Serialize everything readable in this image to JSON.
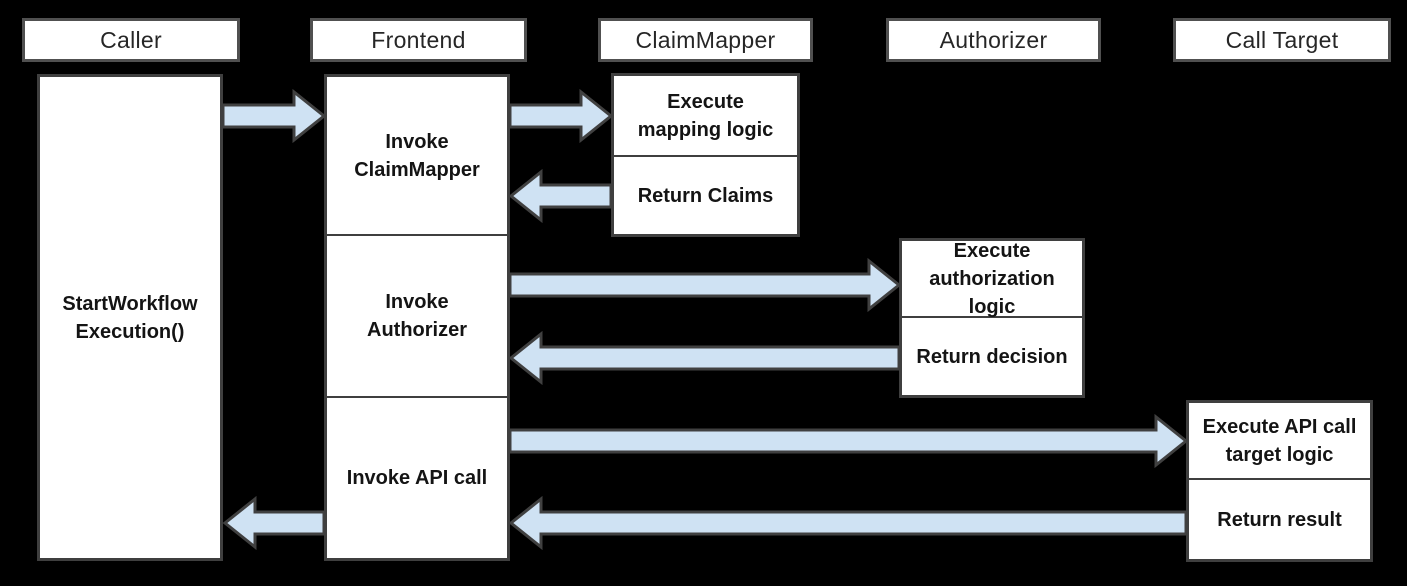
{
  "colors": {
    "bg": "#000000",
    "box_fill": "#ffffff",
    "box_border": "#3f3f3f",
    "header_border": "#505050",
    "arrow_fill": "#cfe2f3",
    "arrow_stroke": "#404040",
    "text_color": "#141414"
  },
  "headers": {
    "caller": "Caller",
    "frontend": "Frontend",
    "claim_mapper": "ClaimMapper",
    "authorizer": "Authorizer",
    "call_target": "Call Target"
  },
  "boxes": {
    "caller": {
      "label": "StartWorkflow Execution()"
    },
    "frontend": {
      "steps": [
        "Invoke ClaimMapper",
        "Invoke Authorizer",
        "Invoke API call"
      ]
    },
    "claim_mapper": {
      "execute": "Execute mapping logic",
      "return": "Return Claims"
    },
    "authorizer": {
      "execute": "Execute authorization logic",
      "return": "Return decision"
    },
    "call_target": {
      "execute": "Execute API call target logic",
      "return": "Return result"
    }
  },
  "flows": [
    {
      "from": "Caller",
      "to": "Frontend",
      "kind": "call"
    },
    {
      "from": "Frontend",
      "to": "ClaimMapper",
      "kind": "call"
    },
    {
      "from": "ClaimMapper",
      "to": "Frontend",
      "kind": "return"
    },
    {
      "from": "Frontend",
      "to": "Authorizer",
      "kind": "call"
    },
    {
      "from": "Authorizer",
      "to": "Frontend",
      "kind": "return"
    },
    {
      "from": "Frontend",
      "to": "Call Target",
      "kind": "call"
    },
    {
      "from": "Call Target",
      "to": "Frontend",
      "kind": "return"
    },
    {
      "from": "Frontend",
      "to": "Caller",
      "kind": "return"
    }
  ]
}
